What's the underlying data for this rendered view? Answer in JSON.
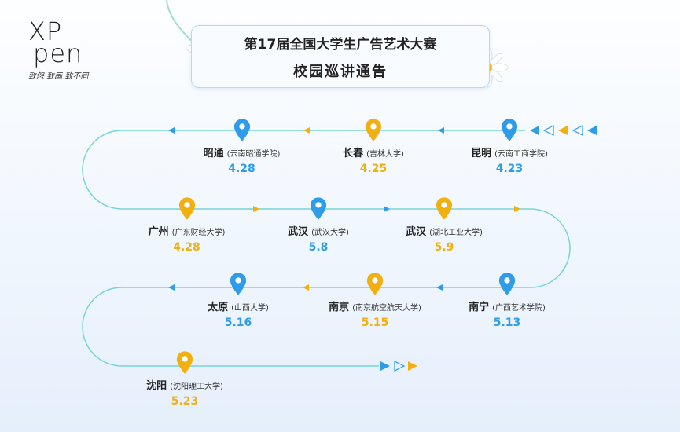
{
  "brand": {
    "logo_top": "XP",
    "logo_bottom": "pen",
    "tagline": "致怨 致画 致不同"
  },
  "header": {
    "line1": "第17届全国大学生广告艺术大赛",
    "line2": "校园巡讲通告"
  },
  "colors": {
    "blue": "#2e9ce8",
    "yellow": "#f2b010",
    "route_line": "#77d4d8",
    "card_border": "#b9d8f1"
  },
  "stops": [
    {
      "city": "昆明",
      "school": "(云南工商学院)",
      "date": "4.23",
      "color": "blue"
    },
    {
      "city": "长春",
      "school": "(吉林大学)",
      "date": "4.25",
      "color": "yellow"
    },
    {
      "city": "昭通",
      "school": "(云南昭通学院)",
      "date": "4.28",
      "color": "blue"
    },
    {
      "city": "广州",
      "school": "(广东财经大学)",
      "date": "4.28",
      "color": "yellow"
    },
    {
      "city": "武汉",
      "school": "(武汉大学)",
      "date": "5.8",
      "color": "blue"
    },
    {
      "city": "武汉",
      "school": "(湖北工业大学)",
      "date": "5.9",
      "color": "yellow"
    },
    {
      "city": "南宁",
      "school": "(广西艺术学院)",
      "date": "5.13",
      "color": "blue"
    },
    {
      "city": "南京",
      "school": "(南京航空航天大学)",
      "date": "5.15",
      "color": "yellow"
    },
    {
      "city": "太原",
      "school": "(山西大学)",
      "date": "5.16",
      "color": "blue"
    },
    {
      "city": "沈阳",
      "school": "(沈阳理工大学)",
      "date": "5.23",
      "color": "yellow"
    }
  ]
}
